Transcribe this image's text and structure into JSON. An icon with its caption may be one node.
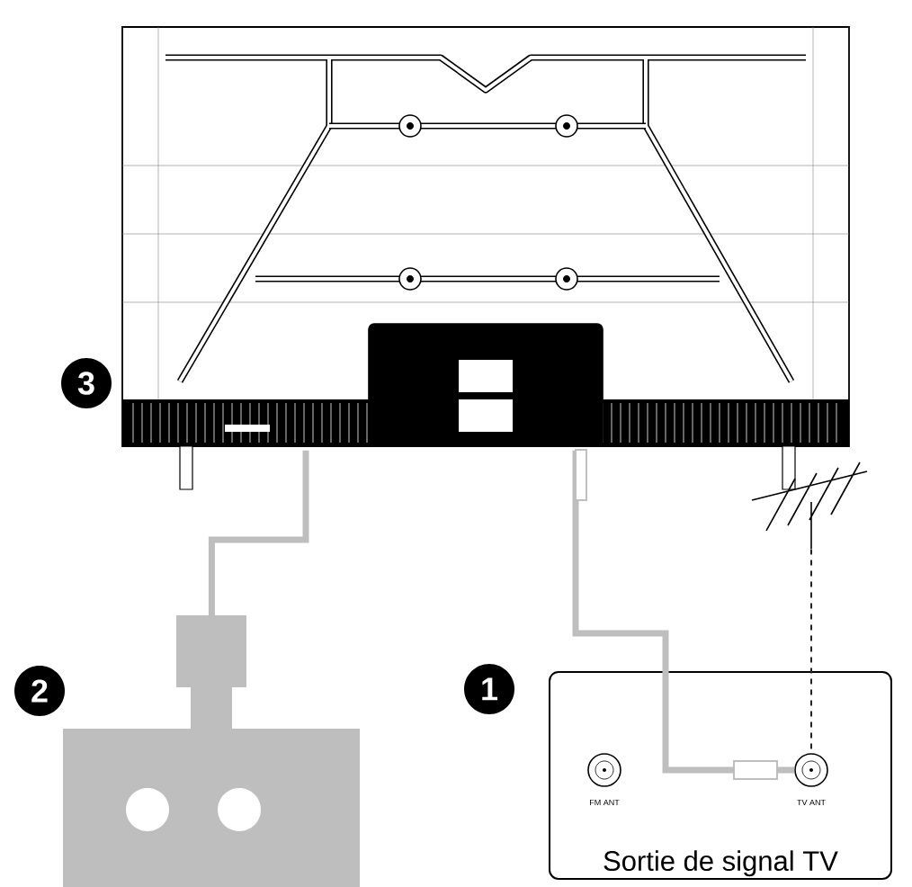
{
  "diagram": {
    "nodes": [
      {
        "text": [],
        "shape": "picture"
      },
      {
        "text": [
          "3"
        ]
      },
      {
        "text": [],
        "shape": "picture"
      },
      {
        "text": [
          "2"
        ]
      },
      {
        "text": [
          "1"
        ]
      },
      {
        "text": [
          "Sortie de signal TV"
        ]
      },
      {
        "text": [],
        "shape": "circle",
        "in": 5,
        "beside": [
          "FM ANT"
        ]
      },
      {
        "text": [],
        "shape": "circle",
        "in": 5,
        "beside": [
          "TV ANT"
        ]
      },
      {
        "text": [],
        "shape": "picture"
      }
    ],
    "edges": [
      {
        "from": 0,
        "to": 8,
        "arrow": "none"
      },
      {
        "from": 0,
        "to": 7,
        "arrow": "none"
      },
      {
        "from": 2,
        "to": 7,
        "arrow": "none",
        "style": "dashed",
        "color": "#222222"
      }
    ]
  }
}
